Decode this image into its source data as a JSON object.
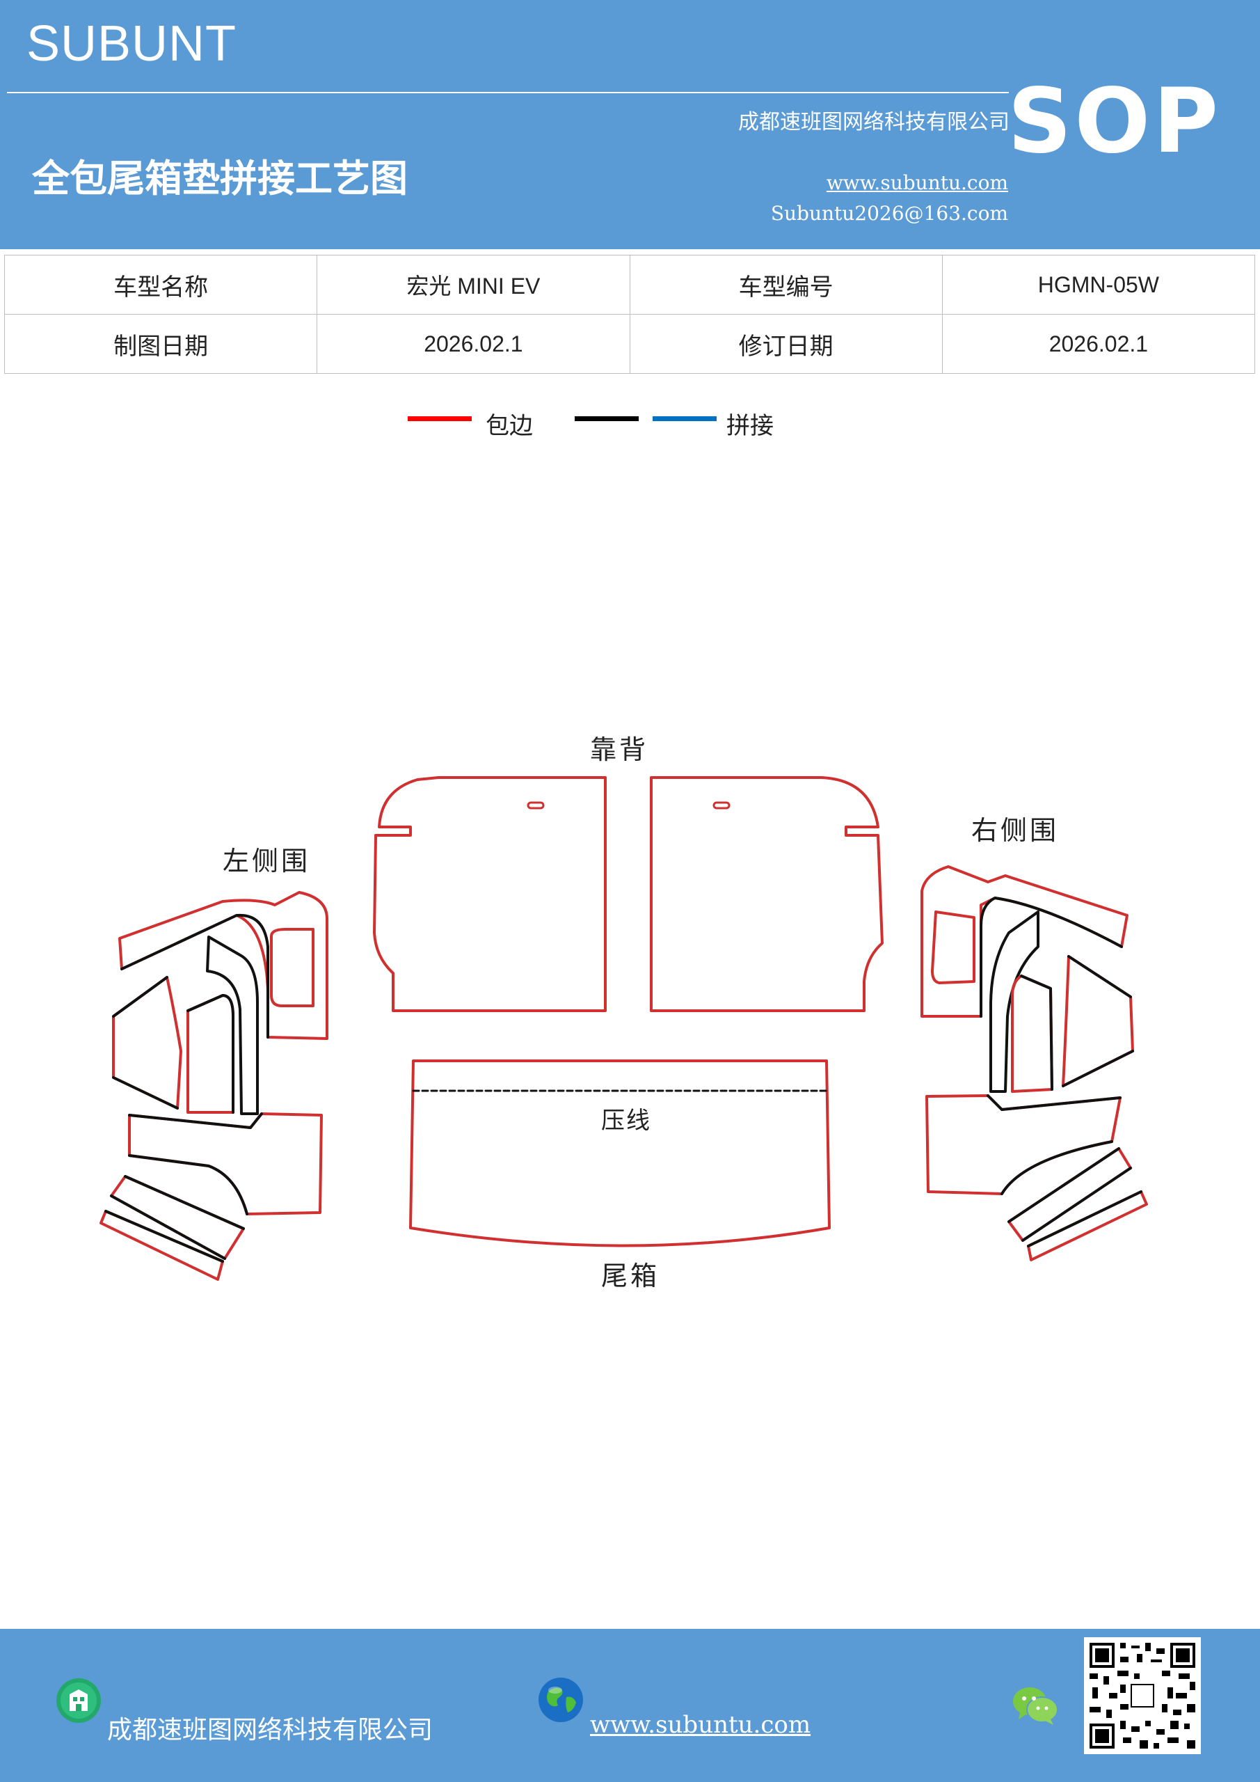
{
  "header": {
    "brand": "SUBUNT",
    "company": "成都速班图网络科技有限公司",
    "title": "全包尾箱垫拼接工艺图",
    "website": "www.subuntu.com",
    "email": "Subuntu2026@163.com",
    "badge": "SOP"
  },
  "info_table": {
    "rows": [
      [
        "车型名称",
        "宏光 MINI  EV",
        "车型编号",
        "HGMN-05W"
      ],
      [
        "制图日期",
        "2026.02.1",
        "修订日期",
        "2026.02.1"
      ]
    ]
  },
  "legend": {
    "items": [
      {
        "label": "包边",
        "color": "#ff0000"
      },
      {
        "label": "",
        "color": "#000000"
      },
      {
        "label": "拼接",
        "color": "#0070c0"
      }
    ]
  },
  "diagram": {
    "labels": {
      "back": "靠背",
      "left_side": "左侧围",
      "right_side": "右侧围",
      "crease": "压线",
      "trunk": "尾箱"
    },
    "edge_color": "#d03030",
    "seam_color": "#111111"
  },
  "footer": {
    "company": "成都速班图网络科技有限公司",
    "website": "www.subuntu.com",
    "icons": [
      "building-icon",
      "globe-icon",
      "wechat-icon",
      "qr-code"
    ]
  }
}
